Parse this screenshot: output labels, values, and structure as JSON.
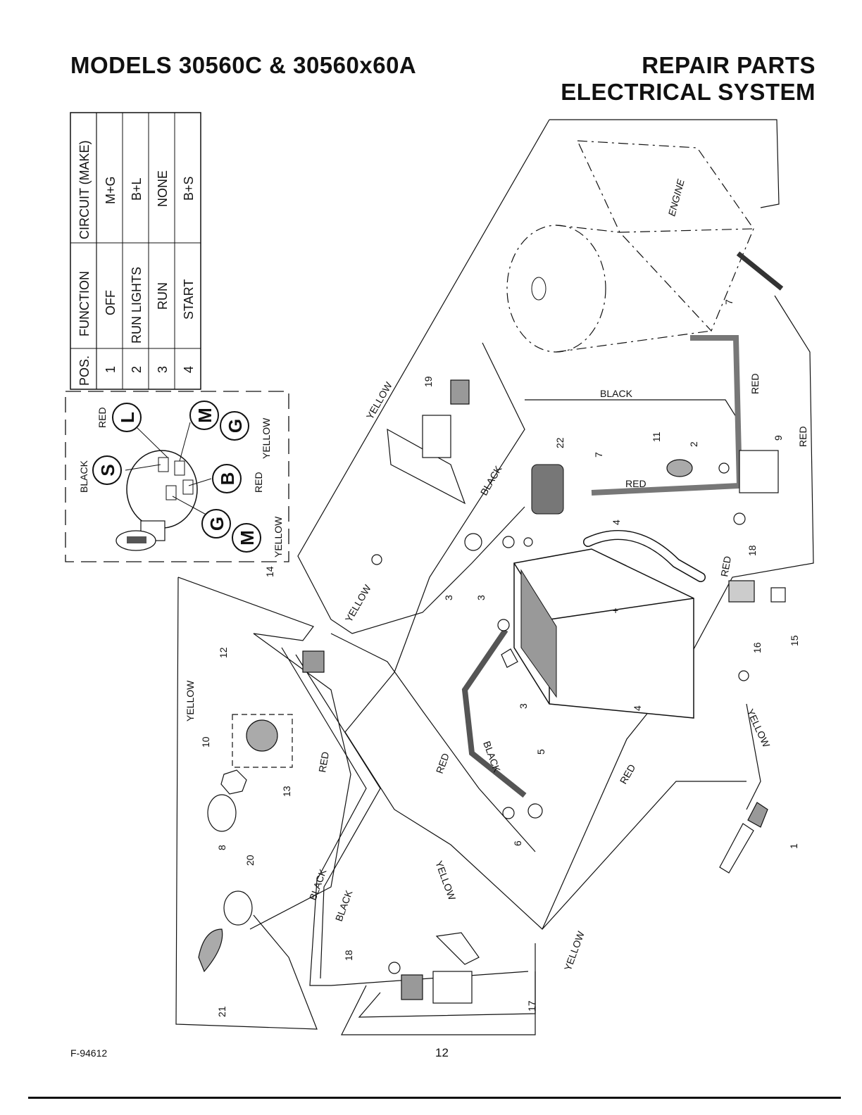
{
  "header": {
    "models_title": "MODELS 30560C & 30560x60A",
    "section_line1": "REPAIR PARTS",
    "section_line2": "ELECTRICAL SYSTEM"
  },
  "switch_table": {
    "headers": [
      "POS.",
      "FUNCTION",
      "CIRCUIT (MAKE)"
    ],
    "rows": [
      {
        "pos": "1",
        "function": "OFF",
        "circuit": "M+G"
      },
      {
        "pos": "2",
        "function": "RUN LIGHTS",
        "circuit": "B+L"
      },
      {
        "pos": "3",
        "function": "RUN",
        "circuit": "NONE"
      },
      {
        "pos": "4",
        "function": "START",
        "circuit": "B+S"
      }
    ]
  },
  "ignition_switch": {
    "terminals": [
      "S",
      "L",
      "M",
      "G",
      "B",
      "G",
      "M"
    ],
    "wire_labels": [
      "BLACK",
      "RED",
      "YELLOW",
      "RED",
      "YELLOW"
    ]
  },
  "diagram": {
    "engine_label": "ENGINE",
    "wire_colors": [
      "YELLOW",
      "BLACK",
      "RED"
    ],
    "part_numbers": [
      "1",
      "2",
      "3",
      "4",
      "5",
      "6",
      "7",
      "8",
      "9",
      "10",
      "11",
      "12",
      "13",
      "14",
      "15",
      "16",
      "17",
      "18",
      "19",
      "20",
      "21",
      "22"
    ]
  },
  "footer": {
    "code": "F-94612",
    "page": "12"
  }
}
